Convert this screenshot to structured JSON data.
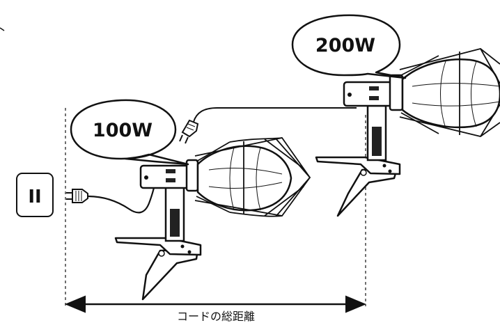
{
  "figure": {
    "side_badge": "II",
    "lamps": [
      {
        "wattage_label": "100W"
      },
      {
        "wattage_label": "200W"
      }
    ],
    "dimension_caption": "コードの総距離"
  },
  "colors": {
    "line": "#111111",
    "fill": "#ffffff",
    "metal_dark": "#222222"
  }
}
